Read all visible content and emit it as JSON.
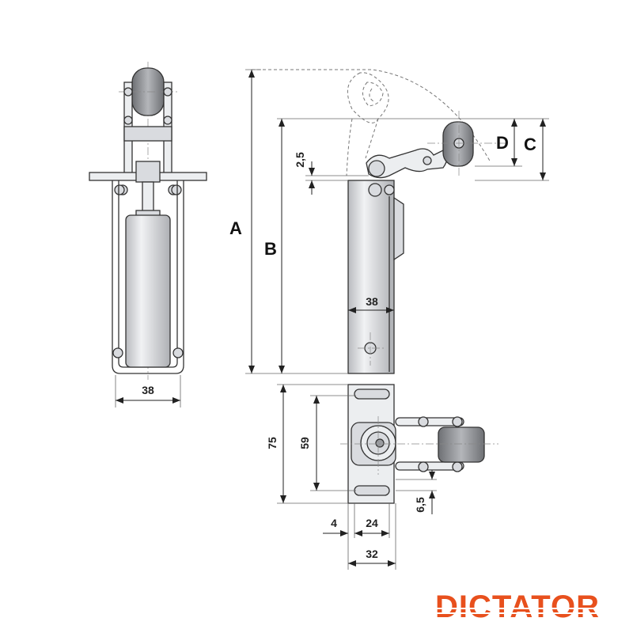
{
  "labels": {
    "A": "A",
    "B": "B",
    "C": "C",
    "D": "D"
  },
  "dimensions": {
    "front_width": "38",
    "side_width": "38",
    "gap": "2,5",
    "bottom_75": "75",
    "bottom_59": "59",
    "bottom_4": "4",
    "bottom_24": "24",
    "bottom_32": "32",
    "bottom_6_5": "6,5"
  },
  "brand": {
    "name": "DICTATOR",
    "color": "#e8501d"
  }
}
